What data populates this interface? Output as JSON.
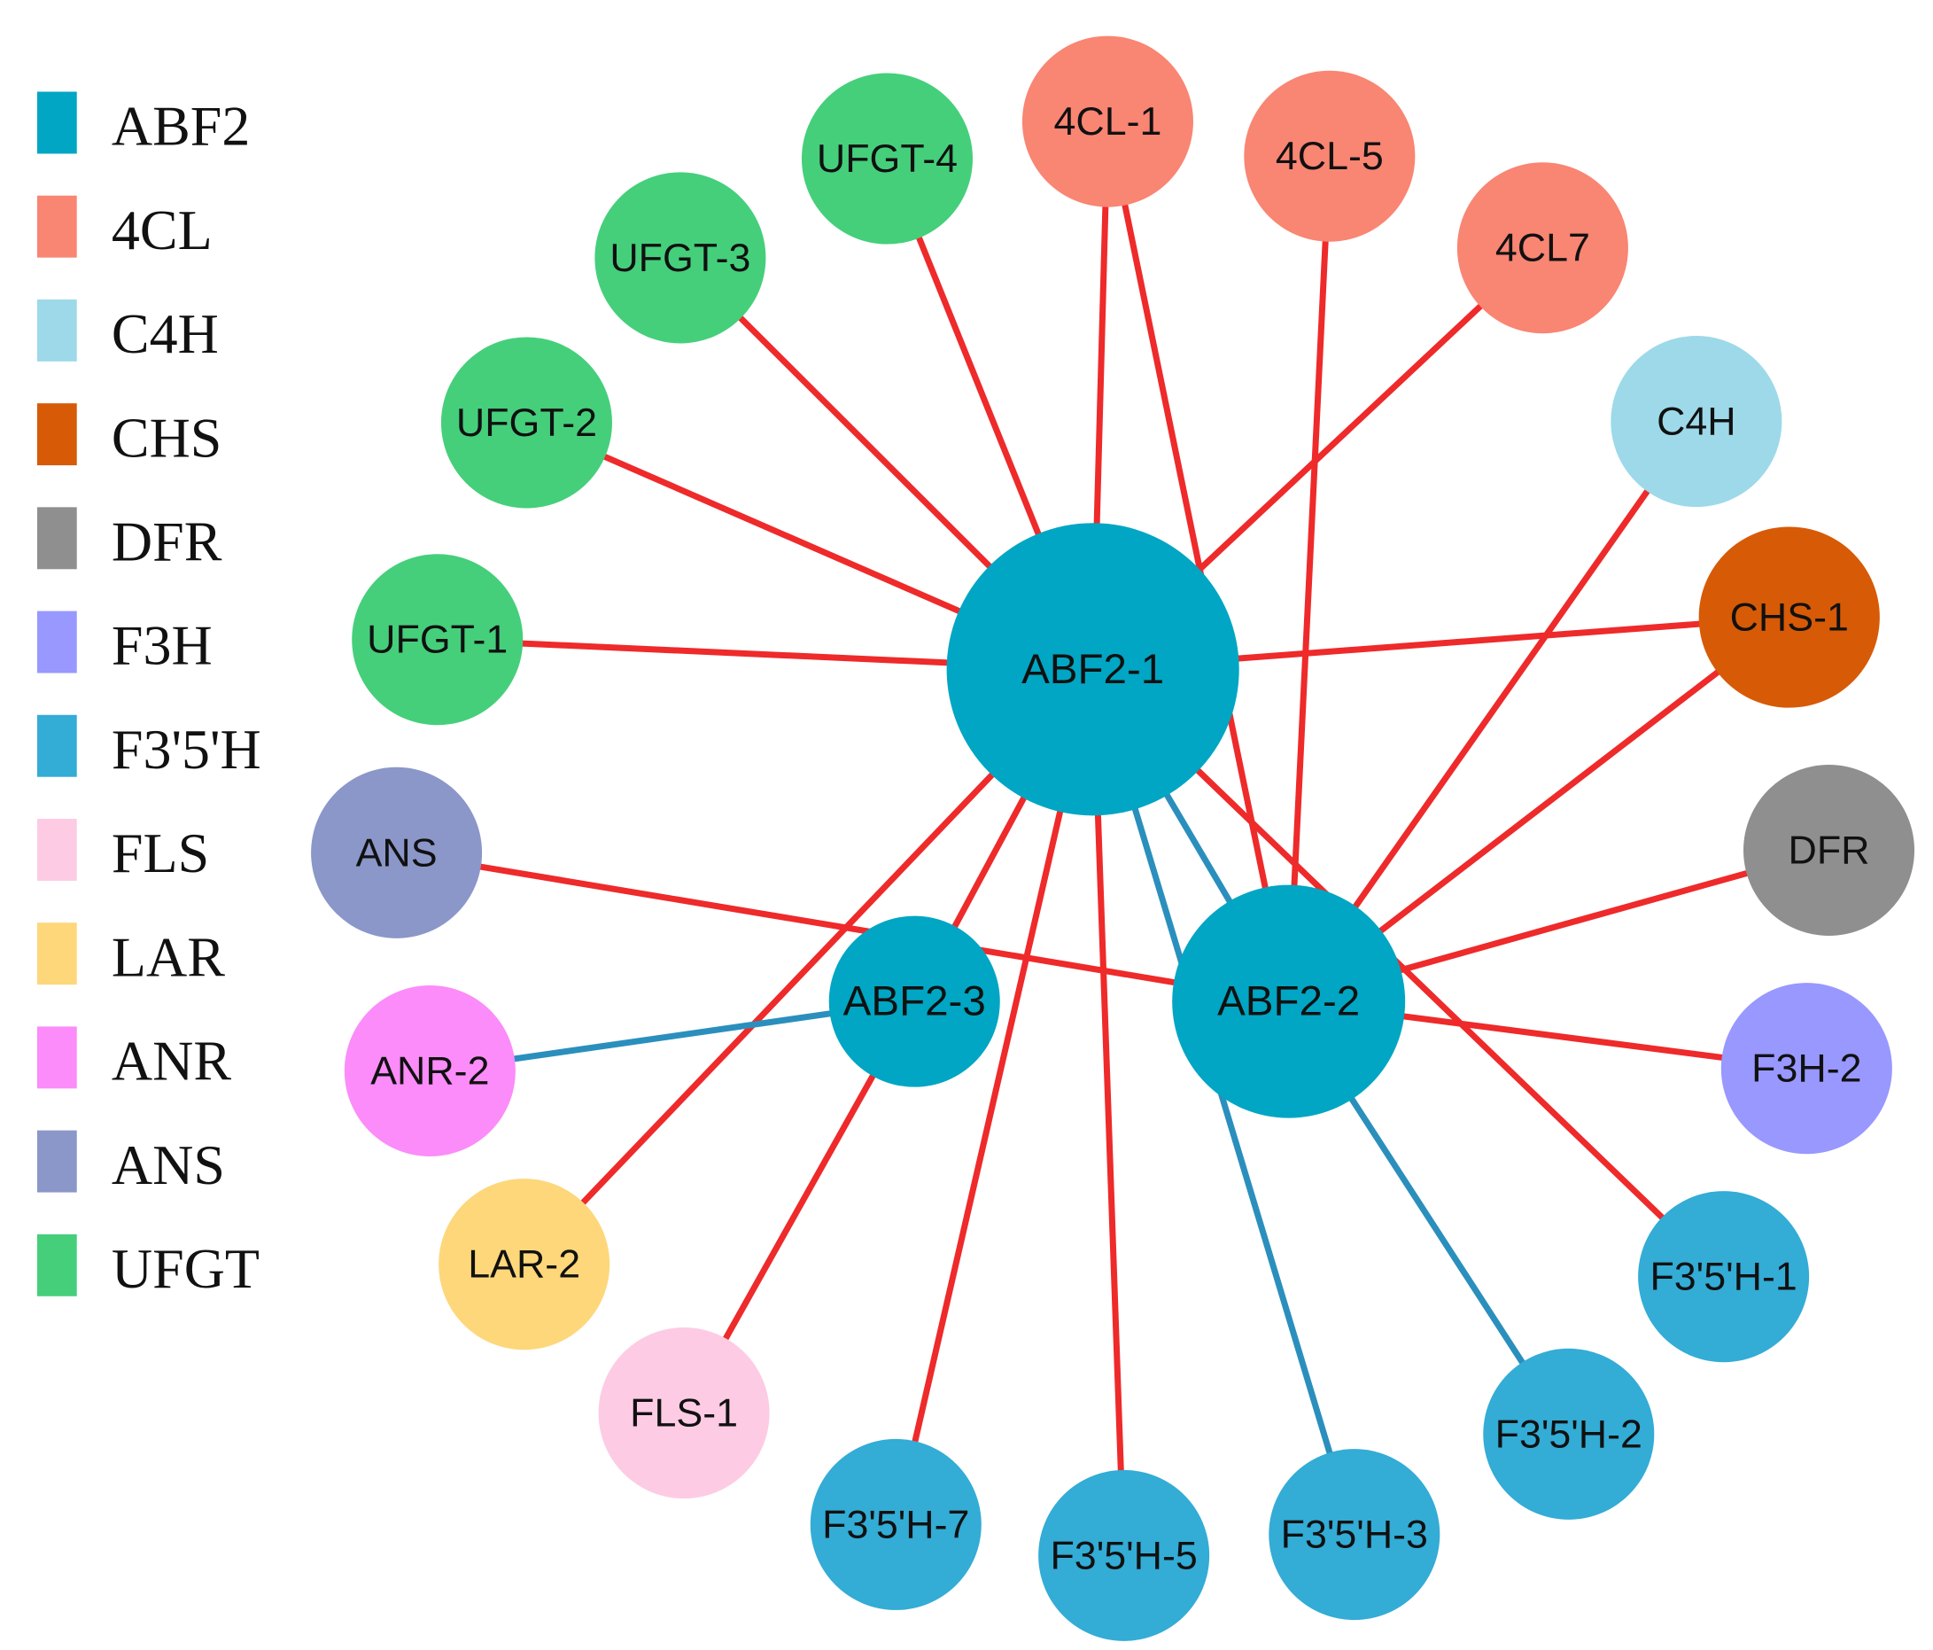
{
  "colors": {
    "edge_positive": "#ee2a2a",
    "edge_negative": "#2b8fbd",
    "background": "#ffffff"
  },
  "legend": [
    {
      "label": "ABF2",
      "color": "#00a6c3"
    },
    {
      "label": "4CL",
      "color": "#f98573"
    },
    {
      "label": "C4H",
      "color": "#9dd9e9"
    },
    {
      "label": "CHS",
      "color": "#d75a07"
    },
    {
      "label": "DFR",
      "color": "#8f8f8f"
    },
    {
      "label": "F3H",
      "color": "#9898ff"
    },
    {
      "label": "F3'5'H",
      "color": "#33acd6"
    },
    {
      "label": "FLS",
      "color": "#fdcbe4"
    },
    {
      "label": "LAR",
      "color": "#fdd77a"
    },
    {
      "label": "ANR",
      "color": "#fb8cf9"
    },
    {
      "label": "ANS",
      "color": "#8b97c9"
    },
    {
      "label": "UFGT",
      "color": "#45cf7b"
    }
  ],
  "nodes": [
    {
      "id": "ABF2-1",
      "group": "ABF2"
    },
    {
      "id": "ABF2-2",
      "group": "ABF2"
    },
    {
      "id": "ABF2-3",
      "group": "ABF2"
    },
    {
      "id": "4CL-1",
      "group": "4CL"
    },
    {
      "id": "4CL-5",
      "group": "4CL"
    },
    {
      "id": "4CL7",
      "group": "4CL"
    },
    {
      "id": "C4H",
      "group": "C4H"
    },
    {
      "id": "CHS-1",
      "group": "CHS"
    },
    {
      "id": "DFR",
      "group": "DFR"
    },
    {
      "id": "F3H-2",
      "group": "F3H"
    },
    {
      "id": "F3'5'H-1",
      "group": "F3'5'H"
    },
    {
      "id": "F3'5'H-2",
      "group": "F3'5'H"
    },
    {
      "id": "F3'5'H-3",
      "group": "F3'5'H"
    },
    {
      "id": "F3'5'H-5",
      "group": "F3'5'H"
    },
    {
      "id": "F3'5'H-7",
      "group": "F3'5'H"
    },
    {
      "id": "FLS-1",
      "group": "FLS"
    },
    {
      "id": "LAR-2",
      "group": "LAR"
    },
    {
      "id": "ANR-2",
      "group": "ANR"
    },
    {
      "id": "ANS",
      "group": "ANS"
    },
    {
      "id": "UFGT-1",
      "group": "UFGT"
    },
    {
      "id": "UFGT-2",
      "group": "UFGT"
    },
    {
      "id": "UFGT-3",
      "group": "UFGT"
    },
    {
      "id": "UFGT-4",
      "group": "UFGT"
    }
  ],
  "edges": [
    {
      "source": "ABF2-1",
      "target": "UFGT-1",
      "type": "positive"
    },
    {
      "source": "ABF2-1",
      "target": "UFGT-2",
      "type": "positive"
    },
    {
      "source": "ABF2-1",
      "target": "UFGT-3",
      "type": "positive"
    },
    {
      "source": "ABF2-1",
      "target": "UFGT-4",
      "type": "positive"
    },
    {
      "source": "ABF2-1",
      "target": "4CL-1",
      "type": "positive"
    },
    {
      "source": "ABF2-1",
      "target": "4CL7",
      "type": "positive"
    },
    {
      "source": "ABF2-1",
      "target": "CHS-1",
      "type": "positive"
    },
    {
      "source": "ABF2-1",
      "target": "F3'5'H-1",
      "type": "positive"
    },
    {
      "source": "ABF2-1",
      "target": "F3'5'H-5",
      "type": "positive"
    },
    {
      "source": "ABF2-1",
      "target": "F3'5'H-7",
      "type": "positive"
    },
    {
      "source": "ABF2-1",
      "target": "LAR-2",
      "type": "positive"
    },
    {
      "source": "ABF2-1",
      "target": "ABF2-3",
      "type": "positive"
    },
    {
      "source": "ABF2-1",
      "target": "ABF2-2",
      "type": "negative"
    },
    {
      "source": "ABF2-1",
      "target": "F3'5'H-3",
      "type": "negative"
    },
    {
      "source": "ABF2-2",
      "target": "4CL-5",
      "type": "positive"
    },
    {
      "source": "ABF2-2",
      "target": "4CL-1",
      "type": "positive"
    },
    {
      "source": "ABF2-2",
      "target": "C4H",
      "type": "positive"
    },
    {
      "source": "ABF2-2",
      "target": "CHS-1",
      "type": "positive"
    },
    {
      "source": "ABF2-2",
      "target": "DFR",
      "type": "positive"
    },
    {
      "source": "ABF2-2",
      "target": "F3H-2",
      "type": "positive"
    },
    {
      "source": "ABF2-2",
      "target": "ANS",
      "type": "positive"
    },
    {
      "source": "ABF2-2",
      "target": "F3'5'H-2",
      "type": "negative"
    },
    {
      "source": "ABF2-3",
      "target": "ANR-2",
      "type": "negative"
    },
    {
      "source": "ABF2-3",
      "target": "FLS-1",
      "type": "positive"
    }
  ]
}
